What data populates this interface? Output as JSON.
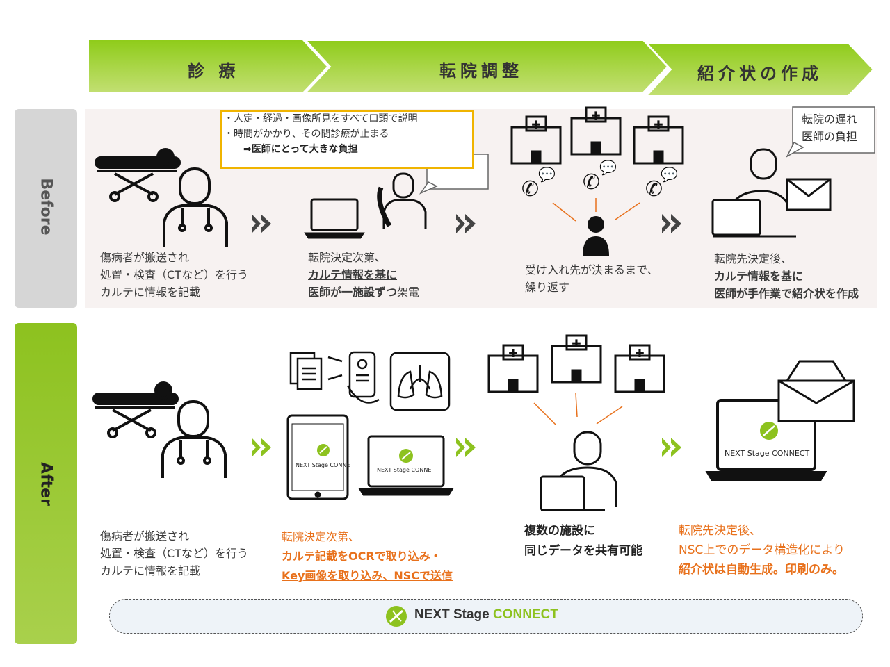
{
  "stages": [
    "診 療",
    "転院調整",
    "紹介状の作成"
  ],
  "rows": {
    "before": "Before",
    "after": "After"
  },
  "before": {
    "note_lines": [
      "・人定・経過・画像所見をすべて口頭で説明",
      "・時間がかかり、その間診療が止まる",
      "⇒医師にとって大きな負担"
    ],
    "bubble_lines": [
      "転院の遅れ",
      "医師の負担"
    ],
    "col1": [
      "傷病者が搬送され",
      "処置・検査（CTなど）を行う",
      "カルテに情報を記載"
    ],
    "col2": [
      "転院決定次第、",
      "カルテ情報を基に",
      "医師が一施設ずつ",
      "架電"
    ],
    "col3": [
      "受け入れ先が決まるまで、",
      "繰り返す"
    ],
    "col4": [
      "転院先決定後、",
      "カルテ情報を基に",
      "医師が手作業で紹介状を作成"
    ]
  },
  "after": {
    "col1": [
      "傷病者が搬送され",
      "処置・検査（CTなど）を行う",
      "カルテに情報を記載"
    ],
    "col2": [
      "転院決定次第、",
      "カルテ記載をOCRで取り込み・",
      "Key画像を取り込み、NSCで送信"
    ],
    "col3": [
      "複数の施設に",
      "同じデータを共有可能"
    ],
    "col4": [
      "転院先決定後、",
      "NSC上でのデータ構造化により",
      "紹介状は自動生成。印刷のみ。"
    ],
    "logo_next": "NEXT Stage ",
    "logo_connect": "CONNECT",
    "logo_small_tablet": "NEXT Stage CONNE",
    "logo_small_laptop": "NEXT Stage CONNE",
    "logo_small_monitor": "NEXT Stage CONNECT"
  },
  "colors": {
    "green": "#8dc21f",
    "orange": "#e8711c",
    "before_bg": "#f7f2f1",
    "gray": "#d6d6d6"
  }
}
